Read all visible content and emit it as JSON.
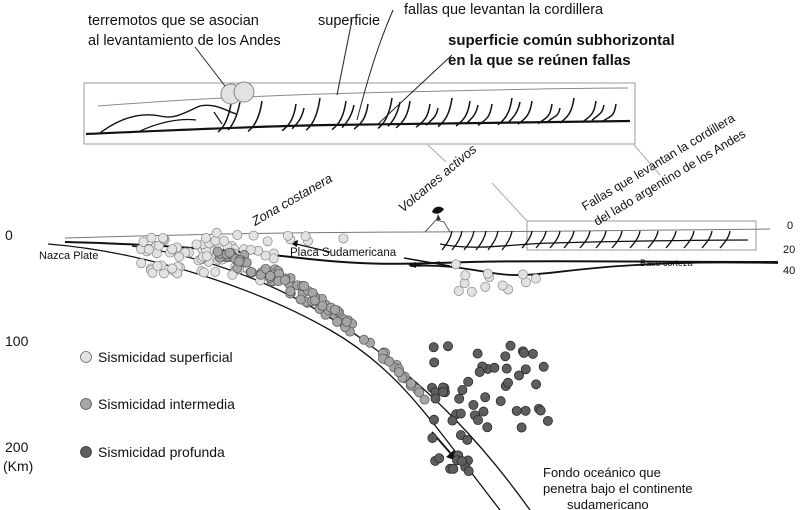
{
  "callouts": {
    "earthquakes_line1": "terremotos que se asocian",
    "earthquakes_line2": "al levantamiento de los Andes",
    "surface": "superficie",
    "uplift_faults": "fallas que levantan la cordillera",
    "common_surface_line1": "superficie común subhorizontal",
    "common_surface_line2": "en la que se reúnen fallas"
  },
  "section_labels": {
    "coastal_zone": "Zona costanera",
    "active_volcanoes": "Volcanes activos",
    "argentine_faults_line1": "Fallas que levantan la cordillera",
    "argentine_faults_line2": "del lado argentino de los Andes",
    "nazca_plate": "Nazca Plate",
    "south_american_plate": "Placa Sudamericana",
    "crust_base": "Base corteza",
    "oceanic_floor_line1": "Fondo oceánico que",
    "oceanic_floor_line2": "penetra bajo el continente",
    "oceanic_floor_line3": "sudamericano"
  },
  "depth_axis": {
    "left_ticks": [
      "0",
      "100",
      "200"
    ],
    "unit": "(Km)",
    "right_ticks": [
      "0",
      "20",
      "40"
    ]
  },
  "legend": [
    {
      "label": "Sismicidad superficial",
      "color": "#e2e2e2"
    },
    {
      "label": "Sismicidad intermedia",
      "color": "#a6a6a6"
    },
    {
      "label": "Sismicidad profunda",
      "color": "#5e5e5e"
    }
  ],
  "colors": {
    "shallow_quake": "#e2e2e2",
    "intermediate_quake": "#a6a6a6",
    "deep_quake": "#5e5e5e",
    "line": "#111111"
  }
}
